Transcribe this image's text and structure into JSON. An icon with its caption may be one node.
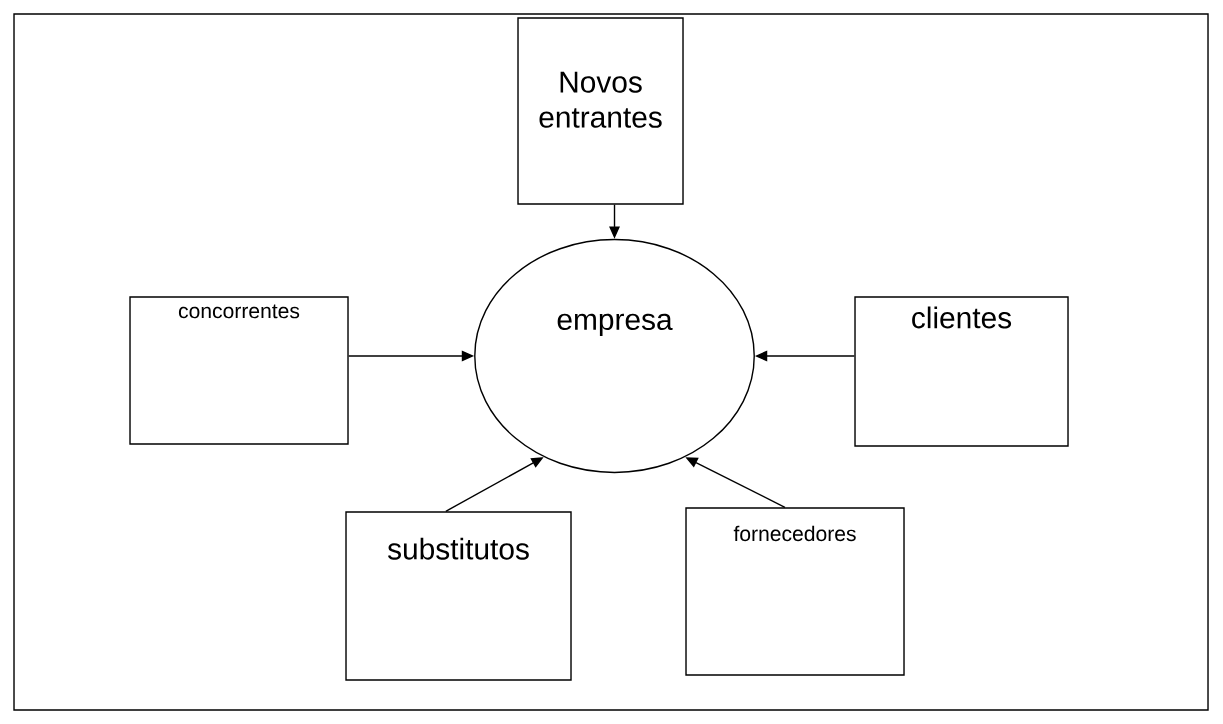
{
  "diagram": {
    "nodes": [
      {
        "text": [
          "Novos entrantes"
        ]
      },
      {
        "text": [
          "concorrentes"
        ]
      },
      {
        "text": [
          "empresa"
        ]
      },
      {
        "text": [
          "clientes"
        ]
      },
      {
        "text": [
          "substitutos"
        ]
      },
      {
        "text": [
          "fornecedores"
        ]
      }
    ],
    "edges": [
      {
        "from": 0,
        "to": 2,
        "arrow": "to"
      },
      {
        "from": 1,
        "to": 2,
        "arrow": "to"
      },
      {
        "from": 3,
        "to": 2,
        "arrow": "to"
      },
      {
        "from": 4,
        "to": 2,
        "arrow": "to"
      },
      {
        "from": 5,
        "to": 2,
        "arrow": "to"
      }
    ]
  }
}
